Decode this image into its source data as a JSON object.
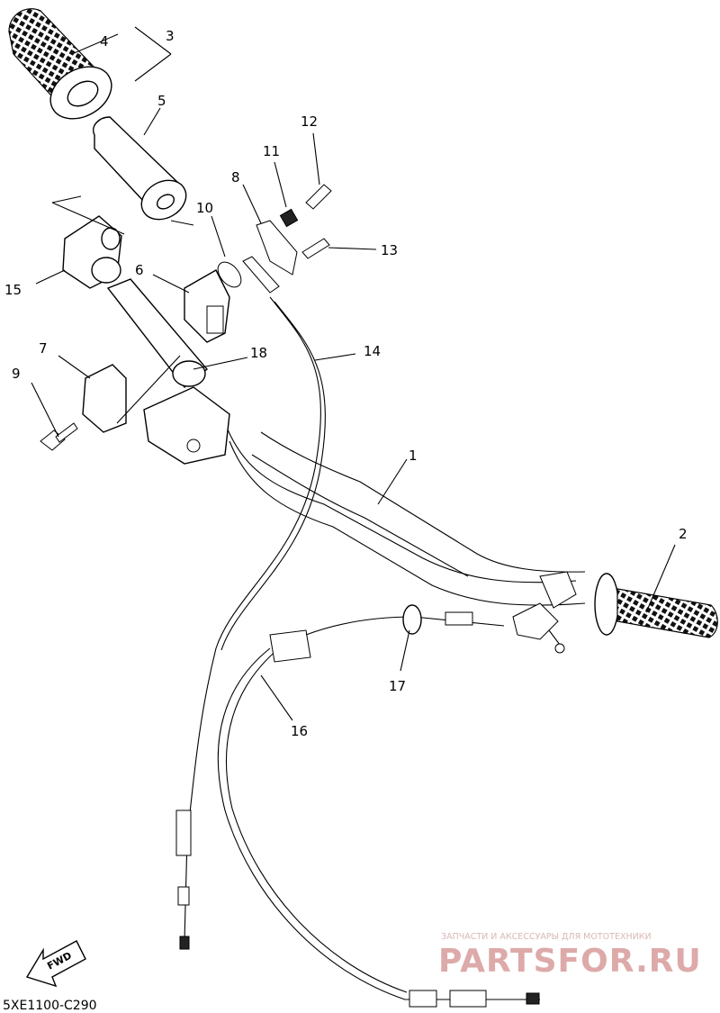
{
  "diagram": {
    "callouts": [
      "1",
      "2",
      "3",
      "4",
      "5",
      "6",
      "7",
      "8",
      "9",
      "10",
      "11",
      "12",
      "13",
      "14",
      "15",
      "16",
      "17",
      "18"
    ],
    "diagram_code": "5XE1100-C290",
    "fwd_label": "FWD"
  },
  "watermark": {
    "tagline": "ЗАПЧАСТИ И АКСЕССУАРЫ ДЛЯ МОТОТЕХНИКИ",
    "brand": "PARTSFOR.RU"
  }
}
